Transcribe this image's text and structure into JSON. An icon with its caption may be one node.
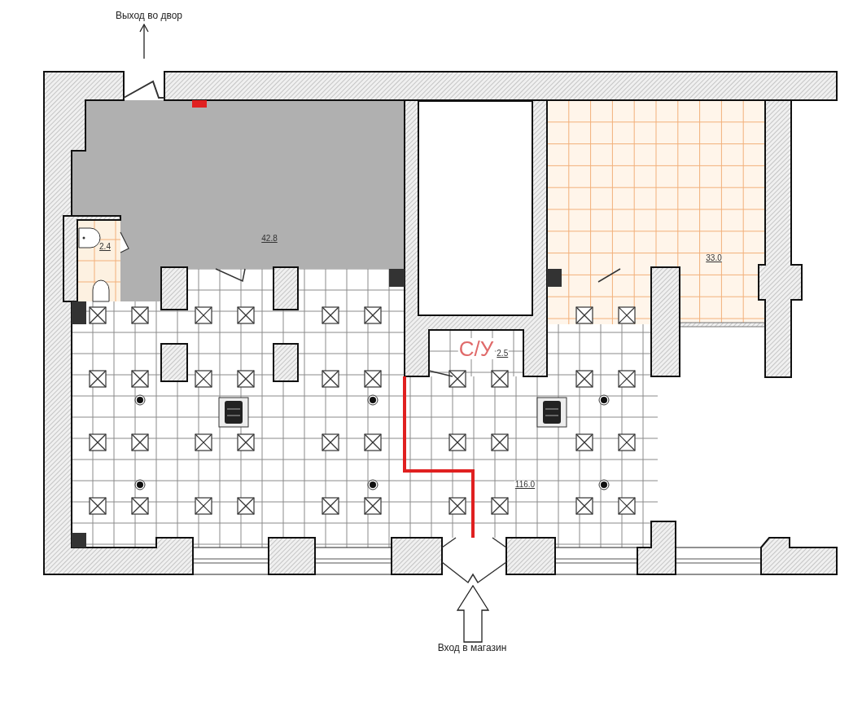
{
  "diagram": {
    "nodes": [
      {
        "text": [
          "42.8"
        ]
      },
      {
        "text": [
          "2.4"
        ]
      },
      {
        "text": [],
        "shape": "box"
      },
      {
        "text": [
          "33.0"
        ]
      },
      {
        "text": [
          "С/У",
          "2.5"
        ]
      },
      {
        "text": [
          "116.0"
        ]
      },
      {
        "text": [
          "Выход во двор"
        ]
      },
      {
        "text": [
          "Вход в магазин"
        ]
      }
    ],
    "edges": [
      {
        "from": null,
        "to": 6,
        "arrow": "to"
      },
      {
        "from": 7,
        "to": null,
        "arrow": "to",
        "style": "thick"
      },
      {
        "from": null,
        "to": 4,
        "arrow": "none",
        "style": "thick",
        "color": "#e02020"
      }
    ]
  }
}
